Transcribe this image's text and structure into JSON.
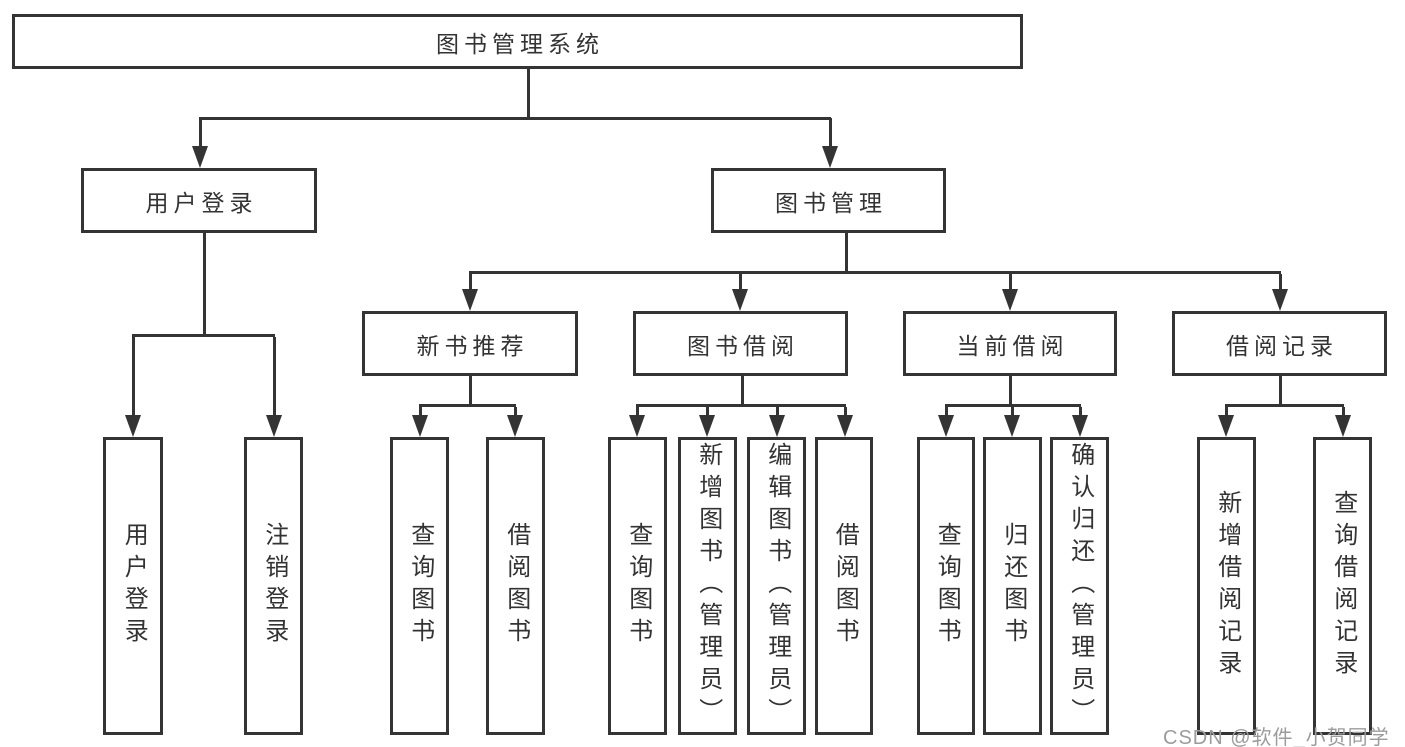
{
  "diagram": {
    "type": "hierarchy-tree",
    "root": "图书管理系统",
    "level2": {
      "userLogin": "用户登录",
      "bookMgmt": "图书管理"
    },
    "level3": {
      "newBookRec": "新书推荐",
      "bookBorrow": "图书借阅",
      "currentBorrow": "当前借阅",
      "borrowRecords": "借阅记录"
    },
    "leaves": {
      "userLogin": "用户登录",
      "logout": "注销登录",
      "queryBooks1": "查询图书",
      "borrowBooks1": "借阅图书",
      "queryBooks2": "查询图书",
      "addBooksAdmin": "新增图书（管理员）",
      "editBooksAdmin": "编辑图书（管理员）",
      "borrowBooks2": "借阅图书",
      "queryBooks3": "查询图书",
      "returnBooks": "归还图书",
      "confirmReturnAdmin": "确认归还（管理员）",
      "addBorrowRecord": "新增借阅记录",
      "queryBorrowRecord": "查询借阅记录"
    },
    "hierarchy": {
      "图书管理系统": {
        "用户登录": [
          "用户登录",
          "注销登录"
        ],
        "图书管理": {
          "新书推荐": [
            "查询图书",
            "借阅图书"
          ],
          "图书借阅": [
            "查询图书",
            "新增图书（管理员）",
            "编辑图书（管理员）",
            "借阅图书"
          ],
          "当前借阅": [
            "查询图书",
            "归还图书",
            "确认归还（管理员）"
          ],
          "借阅记录": [
            "新增借阅记录",
            "查询借阅记录"
          ]
        }
      }
    },
    "colors": {
      "line": "#343434",
      "text": "#333333",
      "background": "#ffffff"
    }
  },
  "watermark": {
    "text": "CSDN @软件_小贺同学",
    "color": "#9c9c9c"
  }
}
